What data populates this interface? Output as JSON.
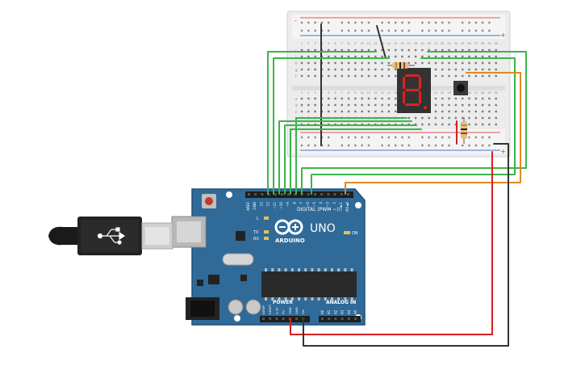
{
  "board": {
    "logo_text": "ARDUINO",
    "model": "UNO",
    "digital_header": "DIGITAL (PWM ~)",
    "digital_pins": [
      "AREF",
      "GND",
      "13",
      "12",
      "~11",
      "~10",
      "~9",
      "8",
      "7",
      "~6",
      "~5",
      "4",
      "~3",
      "2",
      "TX►1",
      "RX◄0"
    ],
    "power_header": "POWER",
    "analog_header": "ANALOG IN",
    "power_pins": [
      "IOREF",
      "RESET",
      "3.3V",
      "5V",
      "GND",
      "GND",
      "Vin"
    ],
    "analog_pins": [
      "A0",
      "A1",
      "A2",
      "A3",
      "A4",
      "A5"
    ],
    "led_labels": [
      "L",
      "TX",
      "RX",
      "ON"
    ]
  },
  "breadboard": {
    "rail_plus": "+",
    "rail_minus": "-",
    "row_letters_top": [
      "j",
      "i",
      "h",
      "g",
      "f"
    ],
    "row_letters_bottom": [
      "e",
      "d",
      "c",
      "b",
      "a"
    ],
    "column_numbers": [
      "1",
      "2",
      "3",
      "4",
      "5",
      "6",
      "7",
      "8",
      "9",
      "10",
      "11",
      "12",
      "13",
      "14",
      "15",
      "16",
      "17",
      "18",
      "19",
      "20",
      "21",
      "22",
      "23",
      "24",
      "25",
      "26",
      "27",
      "28",
      "29",
      "30"
    ]
  },
  "seven_segment": {
    "digit": "8"
  },
  "colors": {
    "board_blue": "#2f6a98",
    "board_edge": "#1f4f78",
    "wire_green": "#3ab54a",
    "wire_orange": "#e08a1e",
    "wire_red": "#d42020",
    "wire_black": "#333333",
    "segment_red": "#e02020"
  }
}
